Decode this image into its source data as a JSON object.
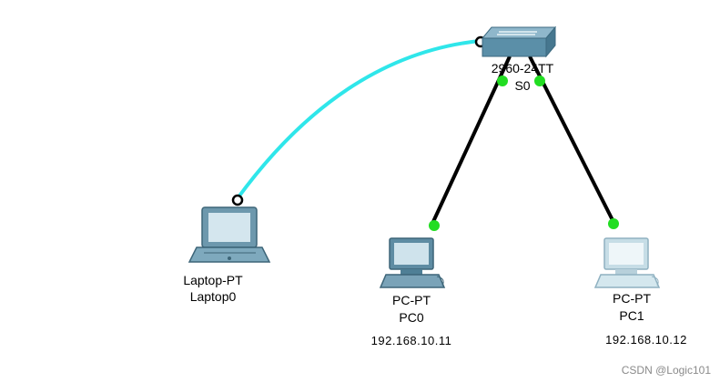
{
  "switch": {
    "model": "2960-24TT",
    "name": "S0"
  },
  "laptop": {
    "model": "Laptop-PT",
    "name": "Laptop0"
  },
  "pc0": {
    "model": "PC-PT",
    "name": "PC0",
    "ip": "192.168.10.11"
  },
  "pc1": {
    "model": "PC-PT",
    "name": "PC1",
    "ip": "192.168.10.12"
  },
  "watermark": "CSDN @Logic101",
  "colors": {
    "console_cable": "#2fe6ea",
    "ethernet_cable": "#000000",
    "link_up": "#22dd22",
    "switch_body": "#5b8fa8",
    "pc_body": "#8fb5c7",
    "pc1_body": "#c6dde6"
  }
}
